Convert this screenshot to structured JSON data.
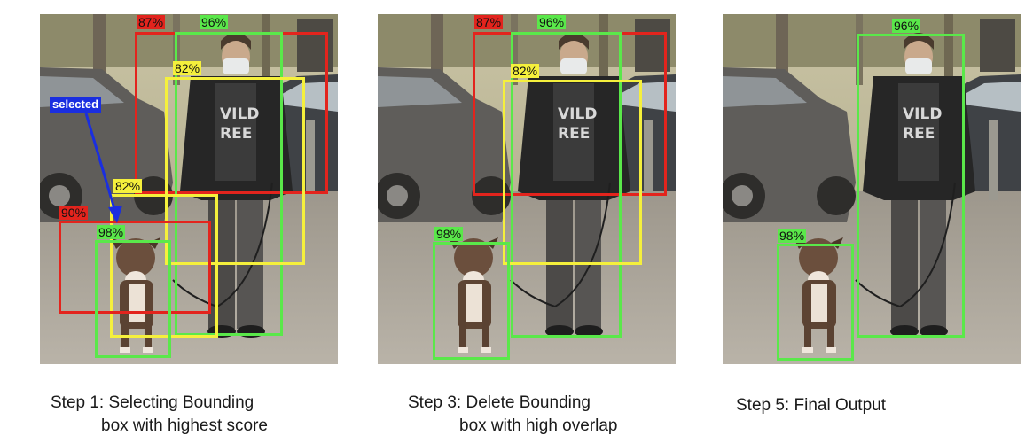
{
  "colors": {
    "red": "#e3241d",
    "green": "#5ae84a",
    "yellow": "#f5f03c",
    "blue": "#1a2ee0"
  },
  "panels": [
    {
      "caption_line1": "Step 1: Selecting Bounding",
      "caption_line2": "box with highest score",
      "selected_label": "selected",
      "boxes": [
        {
          "label": "87%",
          "color": "red"
        },
        {
          "label": "96%",
          "color": "green"
        },
        {
          "label": "82%",
          "color": "yellow"
        },
        {
          "label": "82%",
          "color": "yellow"
        },
        {
          "label": "90%",
          "color": "red"
        },
        {
          "label": "98%",
          "color": "green"
        }
      ]
    },
    {
      "caption_line1": "Step 3: Delete Bounding",
      "caption_line2": "box with high overlap",
      "boxes": [
        {
          "label": "87%",
          "color": "red"
        },
        {
          "label": "96%",
          "color": "green"
        },
        {
          "label": "82%",
          "color": "yellow"
        },
        {
          "label": "98%",
          "color": "green"
        }
      ]
    },
    {
      "caption_line1": "Step 5: Final Output",
      "boxes": [
        {
          "label": "96%",
          "color": "green"
        },
        {
          "label": "98%",
          "color": "green"
        }
      ]
    }
  ]
}
